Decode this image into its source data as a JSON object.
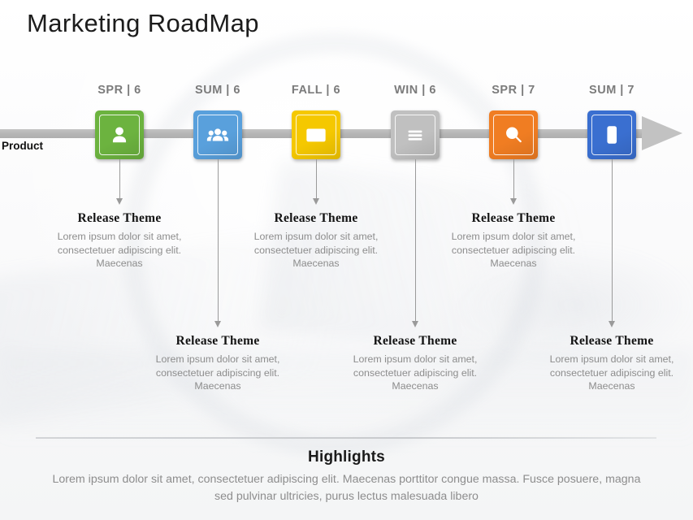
{
  "title": "Marketing RoadMap",
  "axis": {
    "product_label": "Product",
    "arrow_icon": "right-arrow-icon"
  },
  "milestones": [
    {
      "period": "SPR | 6",
      "icon": "person-icon",
      "color": "#6cb33f",
      "row": "upper",
      "card": {
        "title": "Release Theme",
        "body": "Lorem ipsum dolor sit amet, consectetuer adipiscing elit. Maecenas"
      }
    },
    {
      "period": "SUM | 6",
      "icon": "people-group-icon",
      "color": "#59a0dc",
      "row": "lower",
      "card": {
        "title": "Release Theme",
        "body": "Lorem ipsum dolor sit amet, consectetuer adipiscing elit. Maecenas"
      }
    },
    {
      "period": "FALL | 6",
      "icon": "envelope-icon",
      "color": "#f5c800",
      "row": "upper",
      "card": {
        "title": "Release Theme",
        "body": "Lorem ipsum dolor sit amet, consectetuer adipiscing elit. Maecenas"
      }
    },
    {
      "period": "WIN | 6",
      "icon": "menu-lines-icon",
      "color": "#c0c0c0",
      "row": "lower",
      "card": {
        "title": "Release Theme",
        "body": "Lorem ipsum dolor sit amet, consectetuer adipiscing elit. Maecenas"
      }
    },
    {
      "period": "SPR | 7",
      "icon": "search-icon",
      "color": "#f07d22",
      "row": "upper",
      "card": {
        "title": "Release Theme",
        "body": "Lorem ipsum dolor sit amet, consectetuer adipiscing elit. Maecenas"
      }
    },
    {
      "period": "SUM | 7",
      "icon": "mobile-phone-icon",
      "color": "#3a6fd0",
      "row": "lower",
      "card": {
        "title": "Release Theme",
        "body": "Lorem ipsum dolor sit amet, consectetuer adipiscing elit. Maecenas"
      }
    }
  ],
  "highlights": {
    "title": "Highlights",
    "body": "Lorem ipsum dolor sit amet, consectetuer adipiscing elit. Maecenas porttitor congue massa. Fusce posuere, magna sed pulvinar ultricies, purus lectus malesuada libero"
  }
}
